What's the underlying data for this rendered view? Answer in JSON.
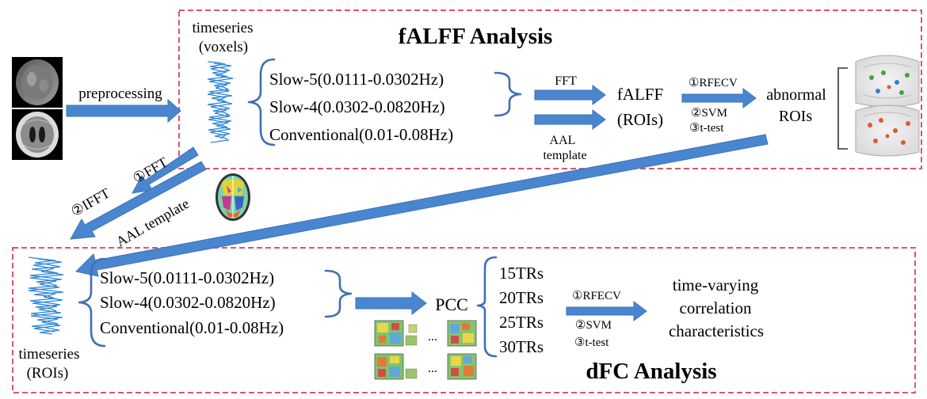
{
  "top_section": {
    "title": "fALFF Analysis",
    "timeseries_label": [
      "timeseries",
      "(voxels)"
    ],
    "bands": [
      "Slow-5(0.0111-0.0302Hz)",
      "Slow-4(0.0302-0.0820Hz)",
      "Conventional(0.01-0.08Hz)"
    ],
    "fft_label": "FFT",
    "aal_label": [
      "AAL",
      "template"
    ],
    "falff_label": [
      "fALFF",
      "(ROIs)"
    ],
    "methods": [
      "①RFECV",
      "②SVM",
      "③t-test"
    ],
    "abnormal_label": [
      "abnormal",
      "ROIs"
    ]
  },
  "left_flow": {
    "preprocessing_label": "preprocessing",
    "fft_step": "①FFT",
    "ifft_step": "②IFFT",
    "aal_template_label": "AAL template"
  },
  "bottom_section": {
    "title": "dFC Analysis",
    "timeseries_label": [
      "timeseries",
      "(ROIs)"
    ],
    "bands": [
      "Slow-5(0.0111-0.0302Hz)",
      "Slow-4(0.0302-0.0820Hz)",
      "Conventional(0.01-0.08Hz)"
    ],
    "pcc_label": "PCC",
    "windows": [
      "15TRs",
      "20TRs",
      "25TRs",
      "30TRs"
    ],
    "methods": [
      "①RFECV",
      "②SVM",
      "③t-test"
    ],
    "result_label": [
      "time-varying",
      "correlation",
      "characteristics"
    ],
    "ellipsis": "..."
  },
  "colors": {
    "dashed_border": "#d9566f",
    "arrow_blue": "#4a86cf",
    "signal_blue": "#2f86d8"
  }
}
